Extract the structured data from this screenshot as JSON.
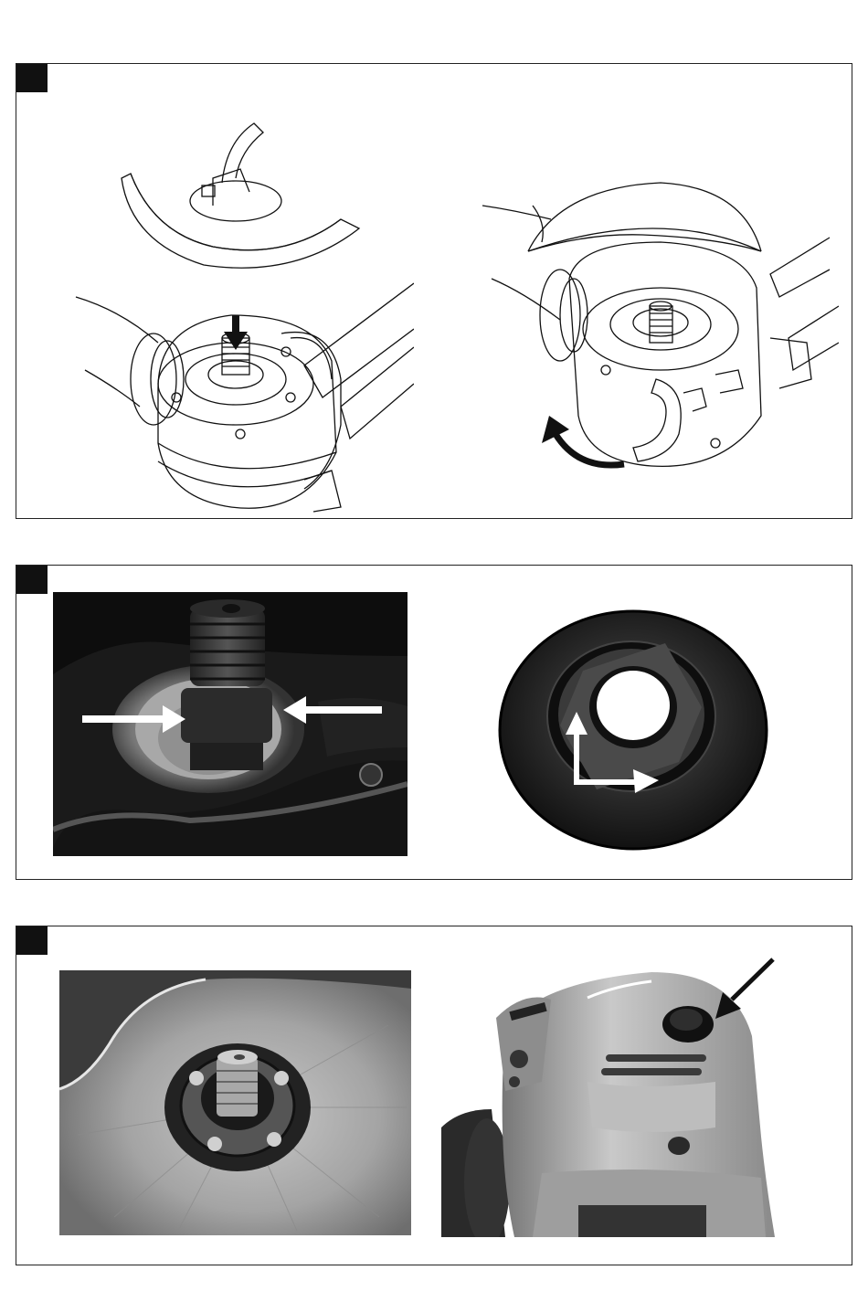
{
  "page": {
    "background": "#ffffff",
    "ink": "#111111"
  },
  "figures": [
    {
      "id": "fig-1",
      "marker_label": "",
      "illustrations": [
        "guard-fitting-drawing",
        "guard-rotation-drawing"
      ],
      "arrows": [
        "down-arrow",
        "rotate-arrow"
      ]
    },
    {
      "id": "fig-2",
      "marker_label": "",
      "illustrations": [
        "spindle-flats-photo",
        "inner-flange-photo"
      ],
      "arrows": [
        "left-arrow",
        "right-arrow",
        "up-arrow",
        "corner-arrow"
      ]
    },
    {
      "id": "fig-3",
      "marker_label": "",
      "illustrations": [
        "outer-flange-photo",
        "spindle-lock-photo"
      ],
      "arrows": [
        "diagonal-arrow"
      ]
    }
  ]
}
